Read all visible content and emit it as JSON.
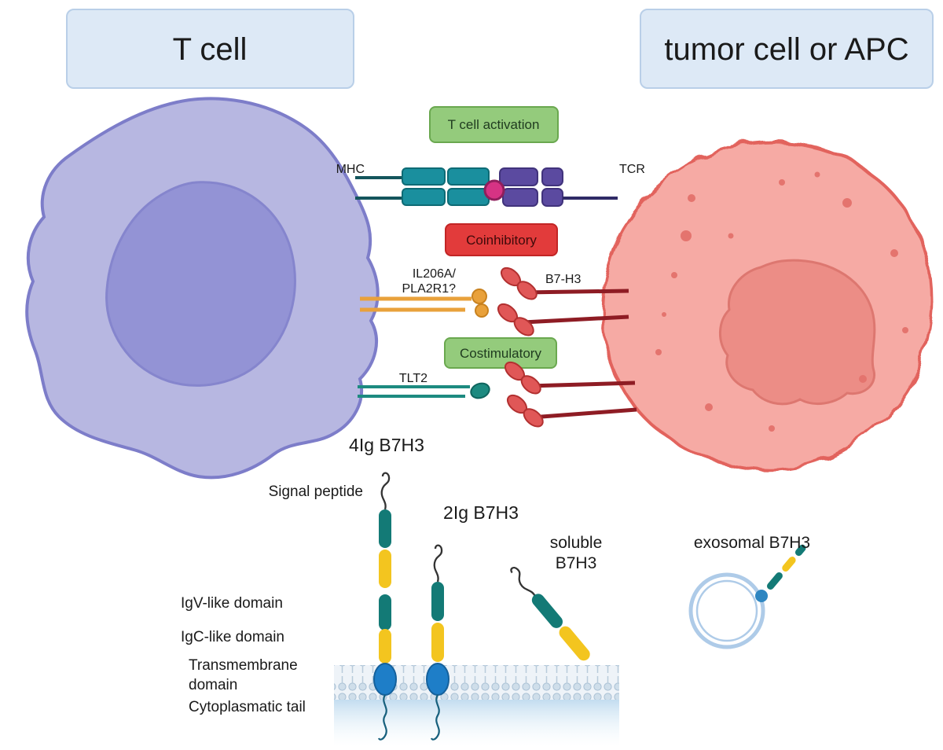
{
  "cells": {
    "t_cell_label": "T cell",
    "tumor_label": "tumor cell or APC"
  },
  "signals": {
    "activation": "T cell activation",
    "coinhibitory": "Coinhibitory",
    "costimulatory": "Costimulatory"
  },
  "receptors": {
    "mhc": "MHC",
    "tcr": "TCR",
    "unknown_receptor_line1": "IL206A/",
    "unknown_receptor_line2": "PLA2R1?",
    "b7h3": "B7-H3",
    "tlt2": "TLT2"
  },
  "isoforms": {
    "four_ig": "4Ig B7H3",
    "two_ig": "2Ig B7H3",
    "soluble_line1": "soluble",
    "soluble_line2": "B7H3",
    "exosomal": "exosomal B7H3"
  },
  "domains": {
    "signal_peptide": "Signal peptide",
    "igv_like": "IgV-like domain",
    "igc_like": "IgC-like domain",
    "transmembrane_line1": "Transmembrane",
    "transmembrane_line2": "domain",
    "cytoplasmatic_tail": "Cytoplasmatic tail"
  },
  "colors": {
    "t_cell_body": "#b7b7e1",
    "t_cell_border": "#7d7dc9",
    "t_cell_nucleus": "#9393d5",
    "tumor_body": "#f6aaa4",
    "tumor_border": "#e2635d",
    "tumor_nucleus": "#ec8d86",
    "label_box": "#dde9f6",
    "label_box_border": "#b9cfe8",
    "green_box": "#94cb7c",
    "green_box_border": "#6aa84f",
    "red_box": "#e23b3b",
    "teal_receptor": "#1a8f9e",
    "dark_teal_line": "#14555c",
    "purple_receptor": "#5b4aa0",
    "magenta_peptide": "#d63384",
    "yellow_receptor": "#e9a13b",
    "domain_teal": "#137a76",
    "domain_yellow": "#f3c51f",
    "b7h3_red": "#e05757",
    "b7h3_stem": "#8e1c24",
    "transmembrane_blue": "#1e7ec8",
    "exosome_blue": "#aecbe8"
  }
}
